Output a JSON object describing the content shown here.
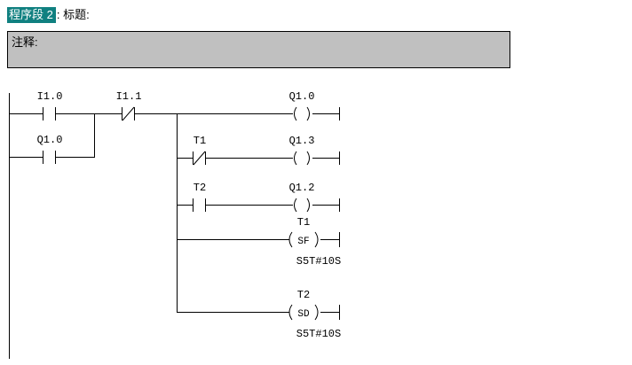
{
  "header": {
    "highlight_label": "程序段 2",
    "suffix_label": ": 标题:",
    "highlight_color": "#108080",
    "highlight_text_color": "#ffffff"
  },
  "comment": {
    "label": "注释:",
    "background_color": "#c0c0c0",
    "border_color": "#000000"
  },
  "network": {
    "rungs": [
      {
        "id": "rung-1",
        "contacts": [
          {
            "name": "I1.0",
            "type": "no"
          },
          {
            "name": "I1.1",
            "type": "nc"
          }
        ],
        "parallel": [
          {
            "name": "Q1.0",
            "type": "no"
          }
        ],
        "output": {
          "name": "Q1.0",
          "type": "coil",
          "symbol": ""
        }
      },
      {
        "id": "rung-2",
        "contacts": [
          {
            "name": "T1",
            "type": "nc"
          }
        ],
        "output": {
          "name": "Q1.3",
          "type": "coil",
          "symbol": ""
        }
      },
      {
        "id": "rung-3",
        "contacts": [
          {
            "name": "T2",
            "type": "no"
          }
        ],
        "output": {
          "name": "Q1.2",
          "type": "coil",
          "symbol": ""
        }
      },
      {
        "id": "rung-4",
        "contacts": [],
        "output": {
          "name": "T1",
          "type": "timer",
          "symbol": "SF"
        },
        "preset": "S5T#10S"
      },
      {
        "id": "rung-5",
        "contacts": [],
        "output": {
          "name": "T2",
          "type": "timer",
          "symbol": "SD"
        },
        "preset": "S5T#10S"
      }
    ],
    "labels": {
      "r1_c1": "I1.0",
      "r1_c2": "I1.1",
      "r1_p1": "Q1.0",
      "r1_out": "Q1.0",
      "r2_c1": "T1",
      "r2_out": "Q1.3",
      "r3_c1": "T2",
      "r3_out": "Q1.2",
      "r4_out": "T1",
      "r4_sym": "SF",
      "r4_preset": "S5T#10S",
      "r5_out": "T2",
      "r5_sym": "SD",
      "r5_preset": "S5T#10S"
    }
  }
}
